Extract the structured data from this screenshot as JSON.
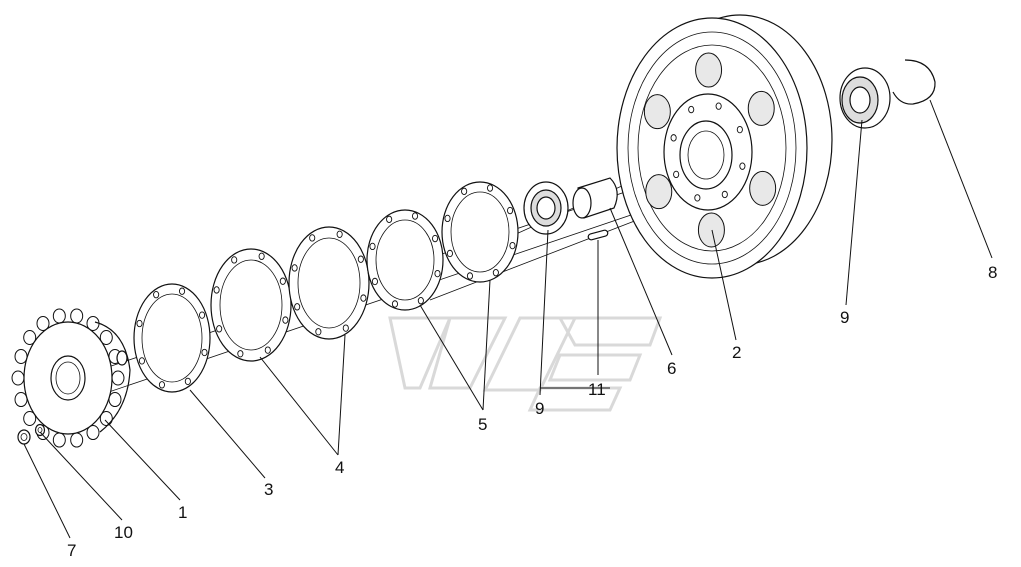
{
  "diagram": {
    "callouts": [
      {
        "id": "c1",
        "text": "1"
      },
      {
        "id": "c2",
        "text": "2"
      },
      {
        "id": "c3",
        "text": "3"
      },
      {
        "id": "c4",
        "text": "4"
      },
      {
        "id": "c5",
        "text": "5"
      },
      {
        "id": "c6",
        "text": "6"
      },
      {
        "id": "c7",
        "text": "7"
      },
      {
        "id": "c8",
        "text": "8"
      },
      {
        "id": "c9a",
        "text": "9"
      },
      {
        "id": "c9b",
        "text": "9"
      },
      {
        "id": "c10",
        "text": "10"
      },
      {
        "id": "c11",
        "text": "11"
      }
    ]
  }
}
